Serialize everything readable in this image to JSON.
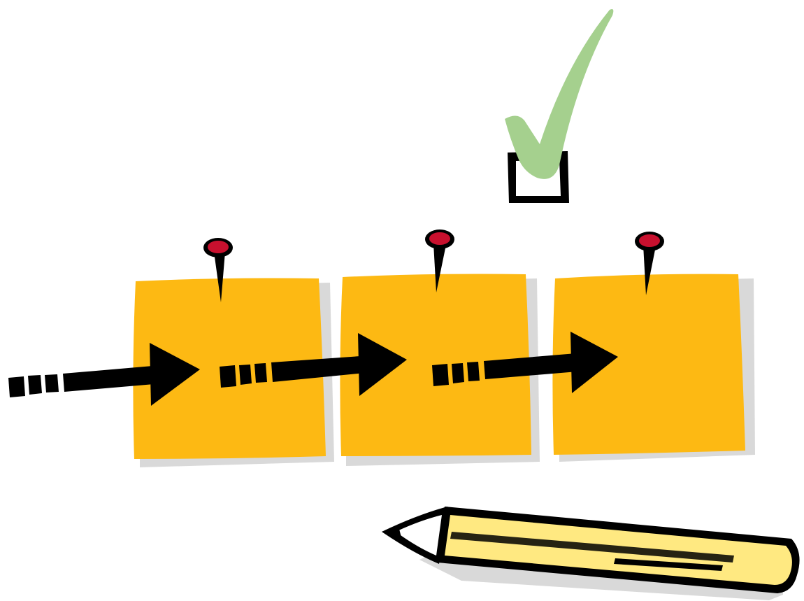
{
  "illustration": {
    "notes": [
      {
        "id": "note-1",
        "pinned": true
      },
      {
        "id": "note-2",
        "pinned": true
      },
      {
        "id": "note-3",
        "pinned": true
      }
    ],
    "checkbox": {
      "checked": true
    },
    "icons": [
      "sticky-note-icon",
      "push-pin-icon",
      "arrow-icon",
      "checkmark-icon",
      "checkbox-icon",
      "pencil-icon"
    ],
    "colors": {
      "note": "#FDB913",
      "note_shadow": "#D9D9D9",
      "pin_head": "#C8102E",
      "ink": "#000000",
      "check": "#A5D08E",
      "pencil_body": "#FFE981",
      "pencil_tip_wood": "#FFFFFF"
    }
  }
}
